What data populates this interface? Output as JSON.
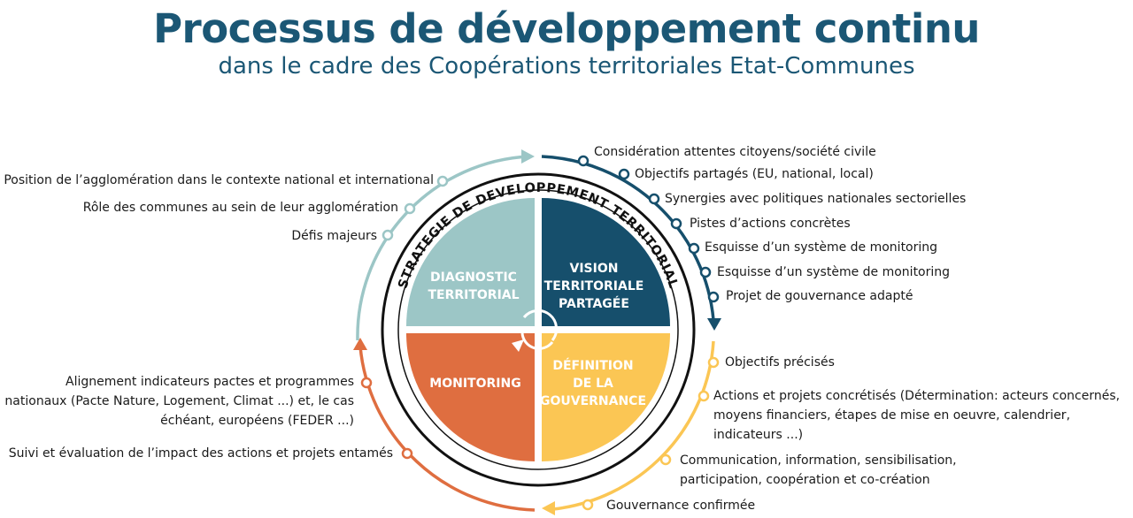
{
  "header": {
    "title": "Processus de développement continu",
    "subtitle": "dans le cadre des Coopérations territoriales Etat-Communes"
  },
  "center": {
    "ring_label": "STRATEGIE DE DEVELOPPEMENT TERRITORIAL",
    "quadrants": [
      {
        "id": "diagnostic",
        "lines": [
          "DIAGNOSTIC",
          "TERRITORIAL"
        ],
        "color": "#9cc6c6"
      },
      {
        "id": "vision",
        "lines": [
          "VISION",
          "TERRITORIALE",
          "PARTAGÉE"
        ],
        "color": "#164f6c"
      },
      {
        "id": "definition",
        "lines": [
          "DÉFINITION",
          "DE LA",
          "GOUVERNANCE"
        ],
        "color": "#fbc654"
      },
      {
        "id": "monitoring",
        "lines": [
          "MONITORING"
        ],
        "color": "#df6e40"
      }
    ]
  },
  "left_top_items": [
    "Position de l’agglomération dans le contexte  national et international",
    "Rôle des communes au sein de leur agglomération",
    "Défis majeurs"
  ],
  "right_top_items": [
    "Considération attentes citoyens/société civile",
    "Objectifs partagés (EU, national, local)",
    "Synergies avec politiques nationales sectorielles",
    "Pistes d’actions concrètes",
    "Esquisse d’un système de monitoring",
    "Esquisse d’un système de monitoring",
    "Projet de gouvernance adapté"
  ],
  "right_bottom_items": [
    "Objectifs précisés",
    "Actions et projets concrétisés (Détermination: acteurs concernés, moyens financiers, étapes de mise en oeuvre, calendrier, indicateurs ...)",
    "Communication, information, sensibilisation, participation, coopération et co-création",
    "Gouvernance confirmée"
  ],
  "left_bottom_items": [
    "Alignement indicateurs pactes et programmes nationaux (Pacte Nature, Logement, Climat ...) et, le cas échéant, européens (FEDER ...)",
    "Suivi et évaluation de l’impact des actions et projets entamés"
  ],
  "colors": {
    "title": "#1b5775",
    "diagnostic": "#9cc6c6",
    "vision": "#164f6c",
    "definition": "#fbc654",
    "monitoring": "#df6e40"
  }
}
